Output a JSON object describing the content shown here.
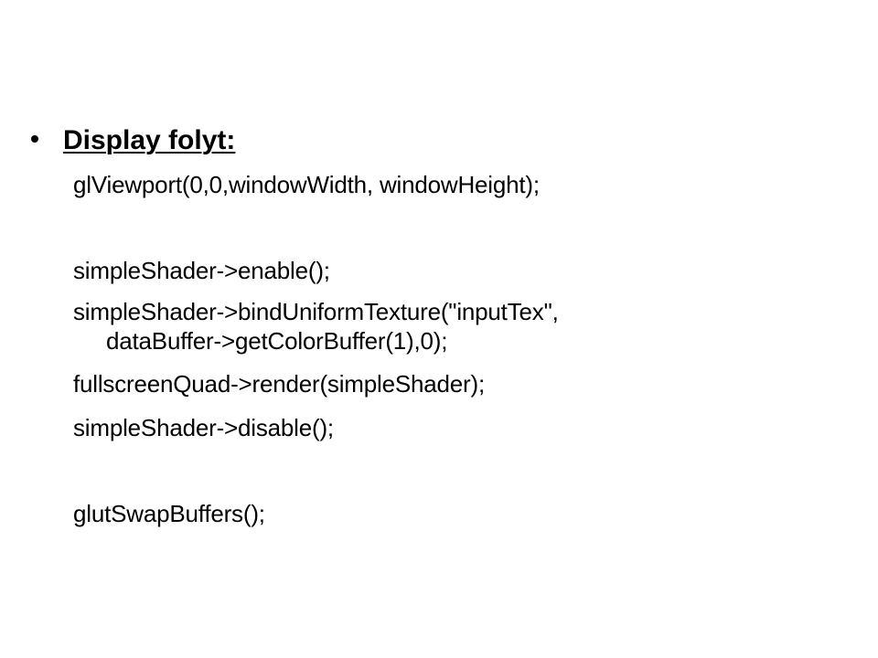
{
  "slide": {
    "heading": "Display folyt:",
    "lines": [
      "glViewport(0,0,windowWidth, windowHeight);",
      "simpleShader->enable();",
      "simpleShader->bindUniformTexture(\"inputTex\",",
      "dataBuffer->getColorBuffer(1),0);",
      "fullscreenQuad->render(simpleShader);",
      "simpleShader->disable();",
      "glutSwapBuffers();"
    ]
  }
}
